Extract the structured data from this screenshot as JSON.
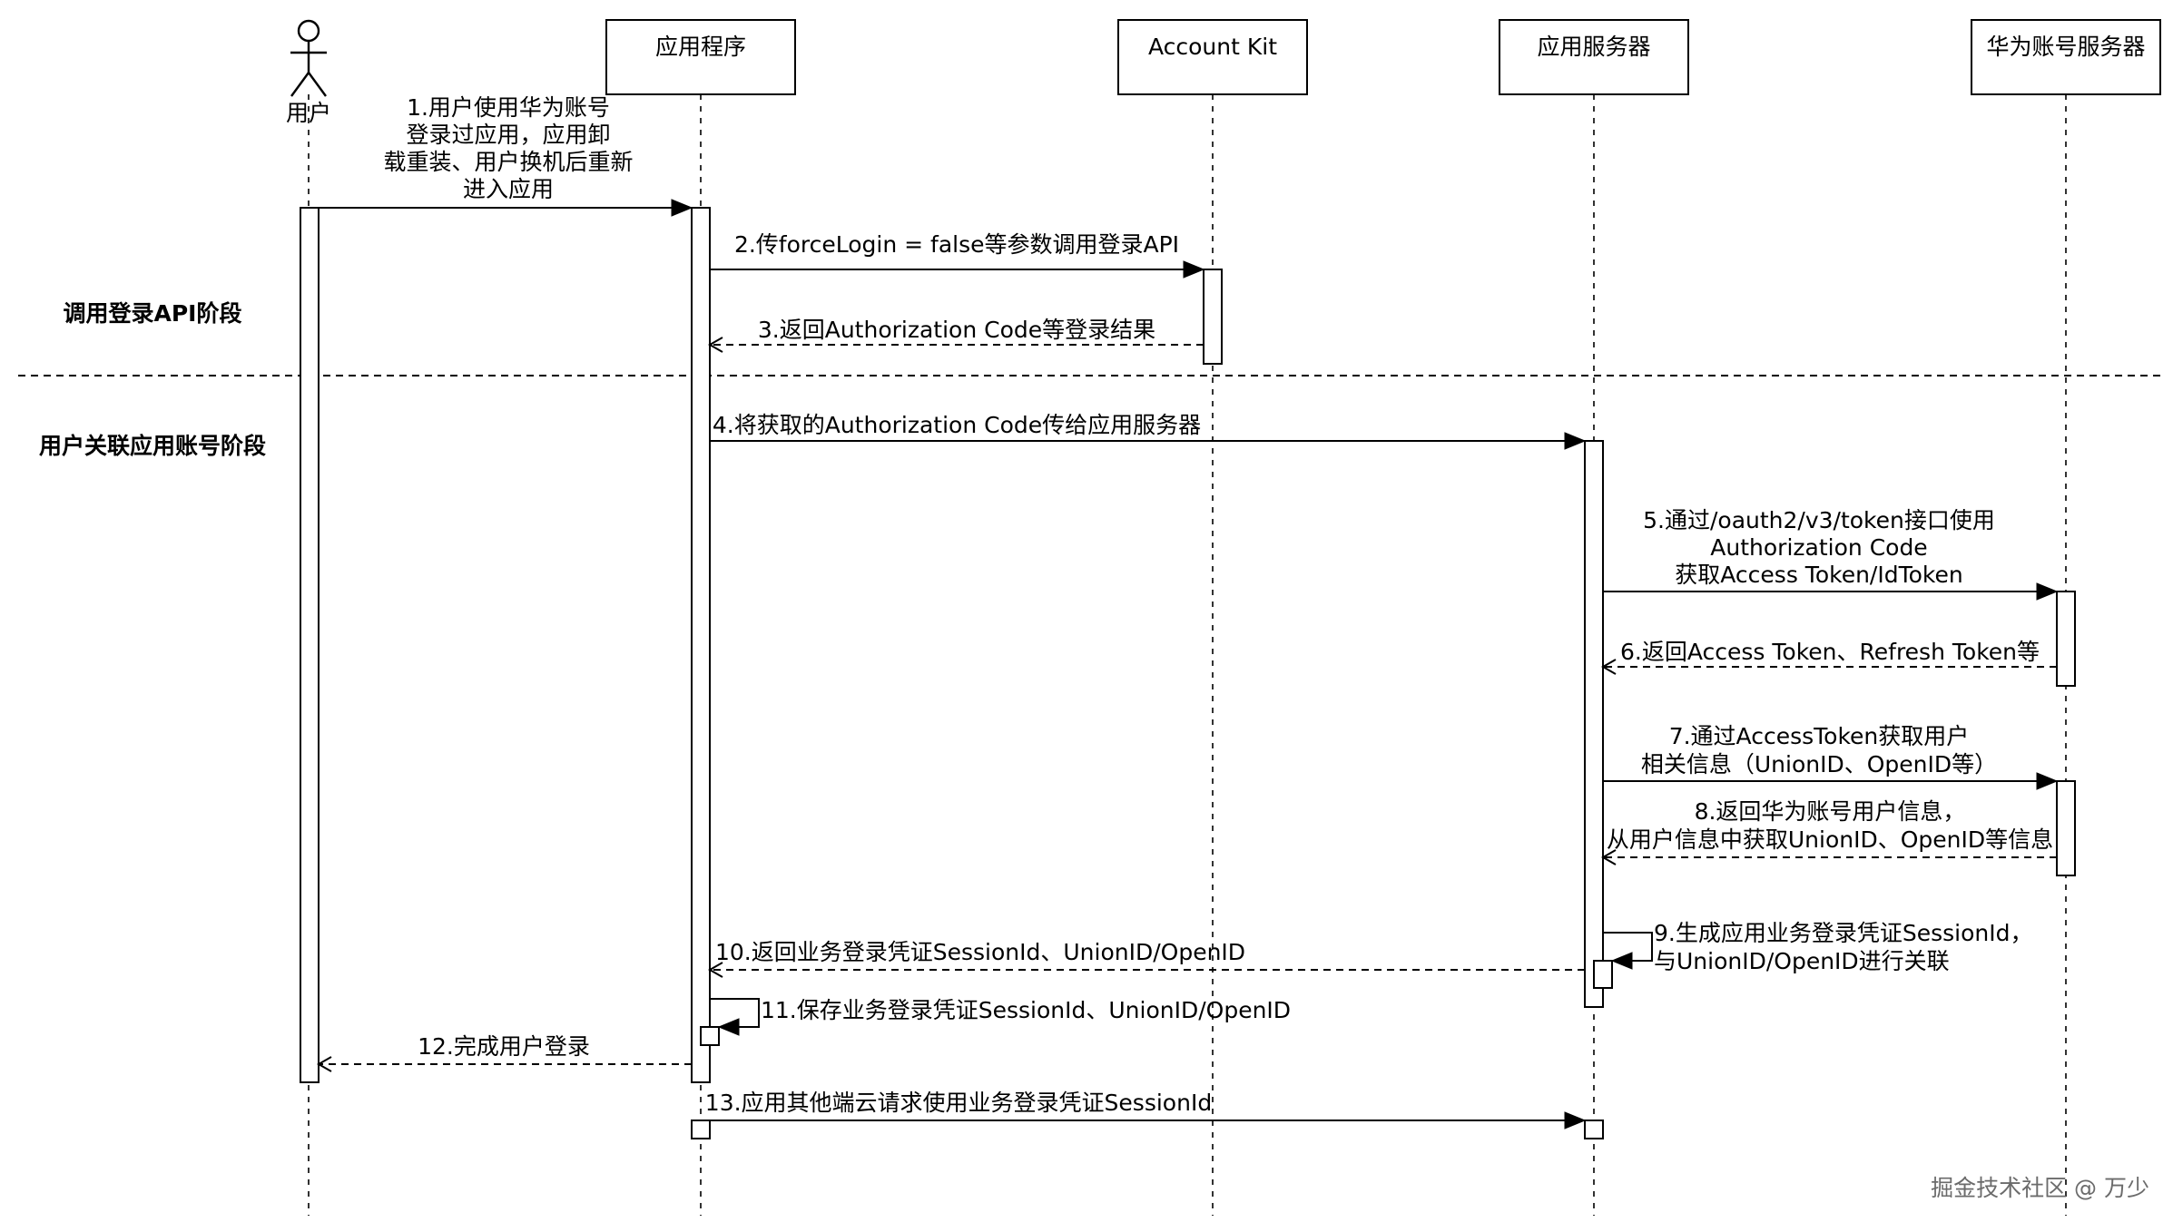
{
  "participants": [
    {
      "id": "user",
      "label": "用户",
      "kind": "actor"
    },
    {
      "id": "app",
      "label": "应用程序",
      "kind": "box"
    },
    {
      "id": "kit",
      "label": "Account Kit",
      "kind": "box"
    },
    {
      "id": "server",
      "label": "应用服务器",
      "kind": "box"
    },
    {
      "id": "huawei",
      "label": "华为账号服务器",
      "kind": "box"
    }
  ],
  "phases": [
    {
      "label": "调用登录API阶段"
    },
    {
      "label": "用户关联应用账号阶段"
    }
  ],
  "messages": [
    {
      "from": "user",
      "to": "app",
      "style": "sync",
      "lines": [
        "1.用户使用华为账号",
        "登录过应用，应用卸",
        "载重装、用户换机后重新",
        "进入应用"
      ]
    },
    {
      "from": "app",
      "to": "kit",
      "style": "sync",
      "lines": [
        "2.传forceLogin = false等参数调用登录API"
      ]
    },
    {
      "from": "kit",
      "to": "app",
      "style": "reply",
      "lines": [
        "3.返回Authorization Code等登录结果"
      ]
    },
    {
      "from": "app",
      "to": "server",
      "style": "sync",
      "lines": [
        "4.将获取的Authorization Code传给应用服务器"
      ]
    },
    {
      "from": "server",
      "to": "huawei",
      "style": "sync",
      "lines": [
        "5.通过/oauth2/v3/token接口使用",
        "Authorization Code",
        "获取Access Token/IdToken"
      ]
    },
    {
      "from": "huawei",
      "to": "server",
      "style": "reply",
      "lines": [
        "6.返回Access Token、Refresh Token等"
      ]
    },
    {
      "from": "server",
      "to": "huawei",
      "style": "sync",
      "lines": [
        "7.通过AccessToken获取用户",
        "相关信息（UnionID、OpenID等）"
      ]
    },
    {
      "from": "huawei",
      "to": "server",
      "style": "reply",
      "lines": [
        "8.返回华为账号用户信息，",
        "从用户信息中获取UnionID、OpenID等信息"
      ]
    },
    {
      "from": "server",
      "to": "server",
      "style": "self",
      "lines": [
        "9.生成应用业务登录凭证SessionId，",
        "与UnionID/OpenID进行关联"
      ]
    },
    {
      "from": "server",
      "to": "app",
      "style": "reply",
      "lines": [
        "10.返回业务登录凭证SessionId、UnionID/OpenID"
      ]
    },
    {
      "from": "app",
      "to": "app",
      "style": "self",
      "lines": [
        "11.保存业务登录凭证SessionId、UnionID/OpenID"
      ]
    },
    {
      "from": "app",
      "to": "user",
      "style": "reply",
      "lines": [
        "12.完成用户登录"
      ]
    },
    {
      "from": "app",
      "to": "server",
      "style": "sync",
      "lines": [
        "13.应用其他端云请求使用业务登录凭证SessionId"
      ]
    }
  ],
  "watermark": "掘金技术社区 @ 万少"
}
